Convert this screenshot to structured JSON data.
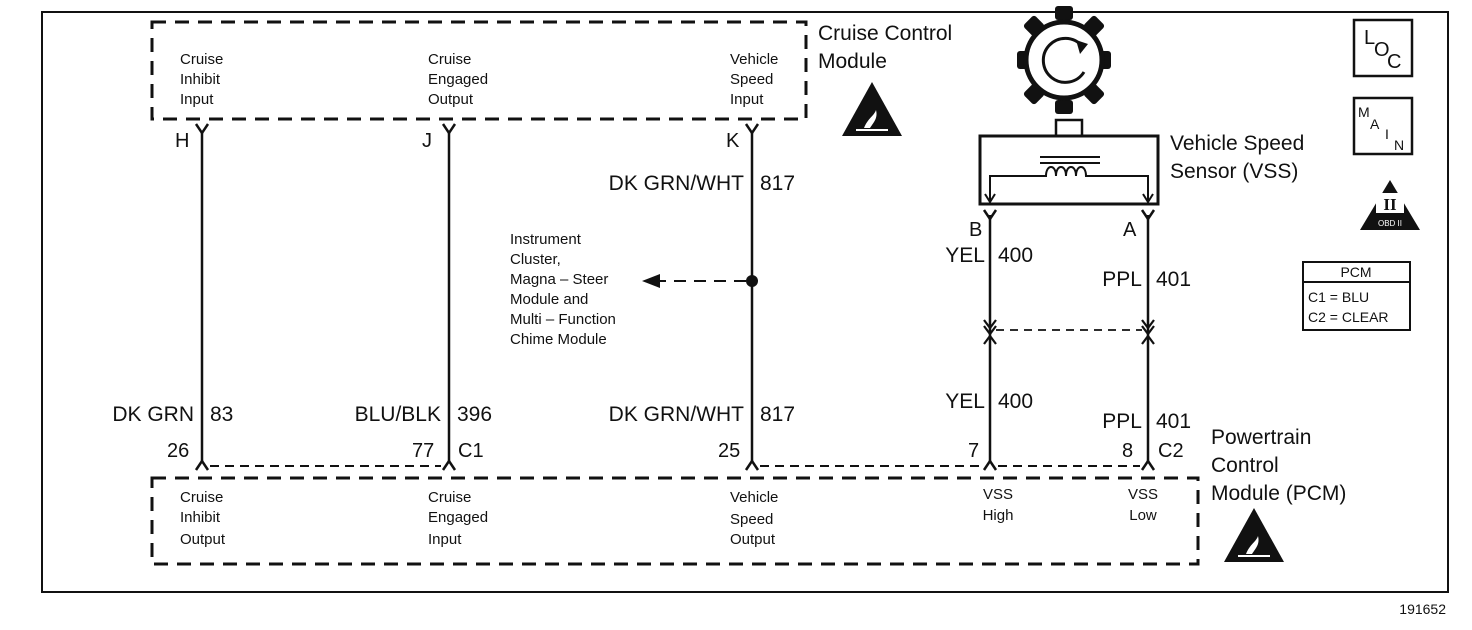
{
  "cruise_module": {
    "title_line1": "Cruise Control",
    "title_line2": "Module",
    "inputs": [
      {
        "lines": [
          "Cruise",
          "Inhibit",
          "Input"
        ]
      },
      {
        "lines": [
          "Cruise",
          "Engaged",
          "Output"
        ]
      },
      {
        "lines": [
          "Vehicle",
          "Speed",
          "Input"
        ]
      }
    ],
    "pins": [
      "H",
      "J",
      "K"
    ]
  },
  "vss": {
    "title_line1": "Vehicle Speed",
    "title_line2": "Sensor (VSS)",
    "pin_b": "B",
    "pin_a": "A"
  },
  "wires": {
    "dkgrnwht_top": {
      "color": "DK GRN/WHT",
      "circuit": "817"
    },
    "yel_top": {
      "color": "YEL",
      "circuit": "400"
    },
    "ppl_top": {
      "color": "PPL",
      "circuit": "401"
    },
    "dkgrn": {
      "color": "DK GRN",
      "circuit": "83"
    },
    "blublk": {
      "color": "BLU/BLK",
      "circuit": "396"
    },
    "dkgrnwht_bot": {
      "color": "DK GRN/WHT",
      "circuit": "817"
    },
    "yel_bot": {
      "color": "YEL",
      "circuit": "400"
    },
    "ppl_bot": {
      "color": "PPL",
      "circuit": "401"
    }
  },
  "splice_note": [
    "Instrument",
    "Cluster,",
    "Magna – Steer",
    "Module and",
    "Multi – Function",
    "Chime Module"
  ],
  "pcm": {
    "title_line1": "Powertrain",
    "title_line2": "Control",
    "title_line3": "Module (PCM)",
    "pins": [
      "26",
      "77",
      "25",
      "7",
      "8"
    ],
    "connector_c1": "C1",
    "connector_c2": "C2",
    "labels": [
      {
        "lines": [
          "Cruise",
          "Inhibit",
          "Output"
        ]
      },
      {
        "lines": [
          "Cruise",
          "Engaged",
          "Input"
        ]
      },
      {
        "lines": [
          "Vehicle",
          "Speed",
          "Output"
        ]
      },
      {
        "lines": [
          "VSS",
          "High"
        ]
      },
      {
        "lines": [
          "VSS",
          "Low"
        ]
      }
    ]
  },
  "legend": {
    "title": "PCM",
    "c1": "C1 = BLU",
    "c2": "C2 = CLEAR"
  },
  "icons": {
    "loc": {
      "l": "L",
      "o": "O",
      "c": "C"
    },
    "main": {
      "m": "M",
      "a": "A",
      "i": "I",
      "n": "N"
    },
    "obd": {
      "numeral": "II",
      "label": "OBD II"
    }
  },
  "figure_number": "191652"
}
